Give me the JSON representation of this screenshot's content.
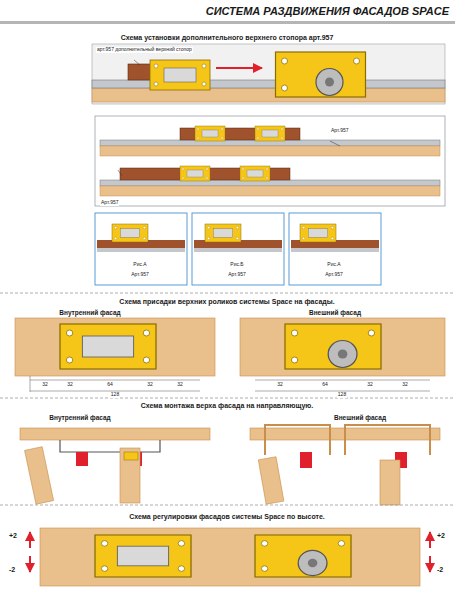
{
  "diagram": {
    "title": "СИСТЕМА РАЗДВИЖЕНИЯ ФАСАДОВ SPACE",
    "labels": [
      "Схема установки дополнительного верхнего стопора арт.957",
      "арт.957 дополнительный верхний стопор",
      "Арт.957",
      "Арт.957",
      "Рис.А",
      "Арт.957",
      "Рис.Б",
      "Арт.957",
      "Рис.А",
      "Арт.957",
      "Схема присадки верхних роликов системы Space на фасады.",
      "Внутренний фасад",
      "Внешний фасад",
      "32",
      "32",
      "64",
      "32",
      "32",
      "128",
      "32",
      "64",
      "32",
      "32",
      "128",
      "Схема монтажа верха фасада на направляющую.",
      "Внутренний фасад",
      "Внешний фасад",
      "Схема регулировки фасадов системы Space по высоте.",
      "+2",
      "-2",
      "+2",
      "-2"
    ]
  }
}
